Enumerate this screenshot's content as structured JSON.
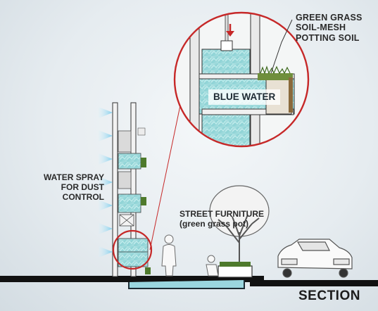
{
  "labels": {
    "green_grass": "GREEN GRASS",
    "soil_mesh": "SOIL-MESH",
    "potting_soil": "POTTING SOIL",
    "blue_water": "BLUE WATER",
    "water_spray_1": "WATER SPRAY",
    "water_spray_2": "FOR DUST CONTROL",
    "street_furniture": "STREET FURNITURE",
    "street_furniture_sub": "(green grass pot)",
    "section": "SECTION"
  },
  "colors": {
    "water": "#8fd3d6",
    "spray": "#9fd8ef",
    "highlight_circle": "#c62828",
    "ground": "#111111",
    "plant": "#4e7a2c"
  },
  "icons": [
    "down-arrow-icon",
    "spray-icon",
    "tree-icon",
    "car-icon",
    "person-icon"
  ]
}
